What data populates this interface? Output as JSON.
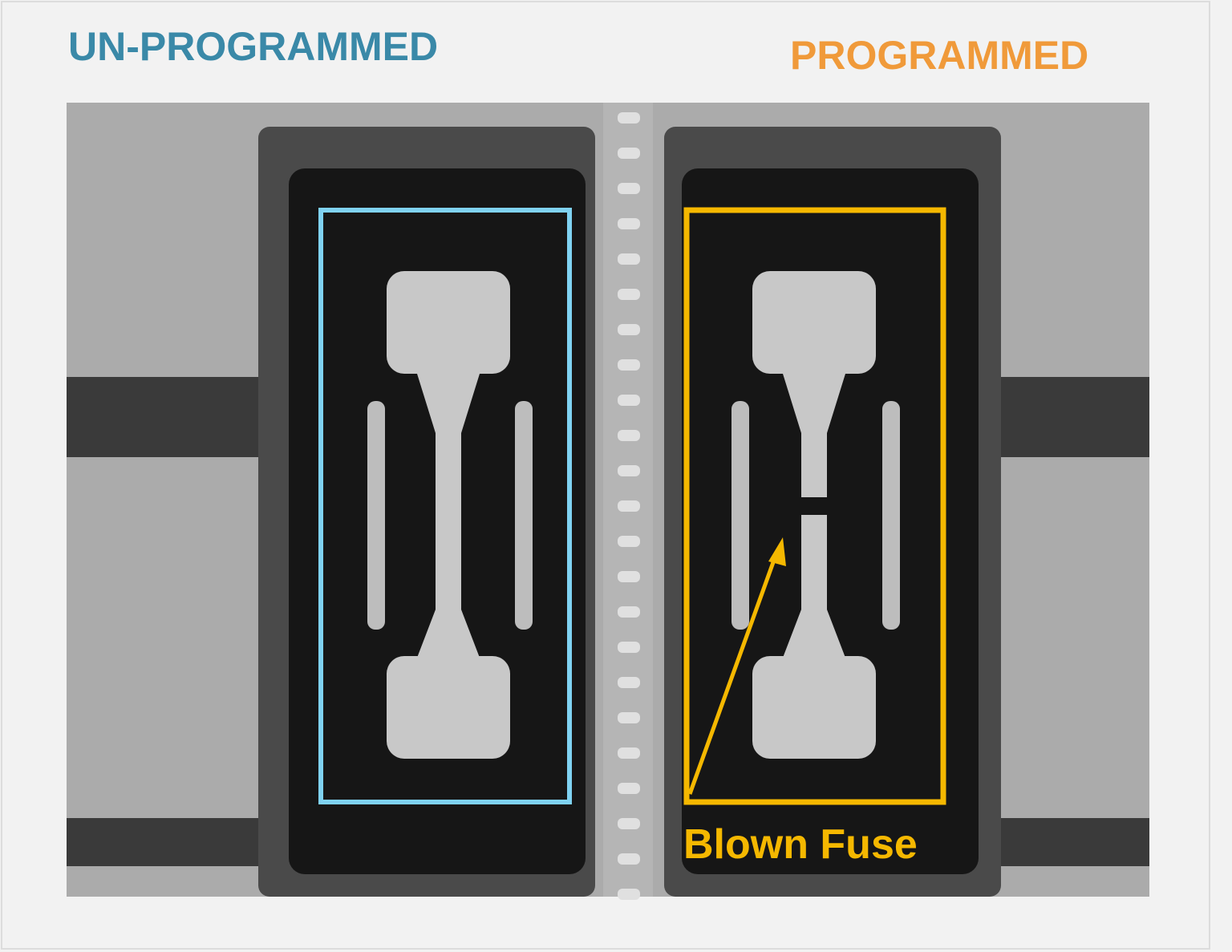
{
  "labels": {
    "left_title": "UN-PROGRAMMED",
    "right_title": "PROGRAMMED",
    "annotation": "Blown Fuse"
  },
  "colors": {
    "left_title": "#3a89a8",
    "right_title": "#f09a3a",
    "unprogrammed_box": "#7fd2f2",
    "programmed_box": "#f5b800",
    "annotation": "#f5b800"
  }
}
